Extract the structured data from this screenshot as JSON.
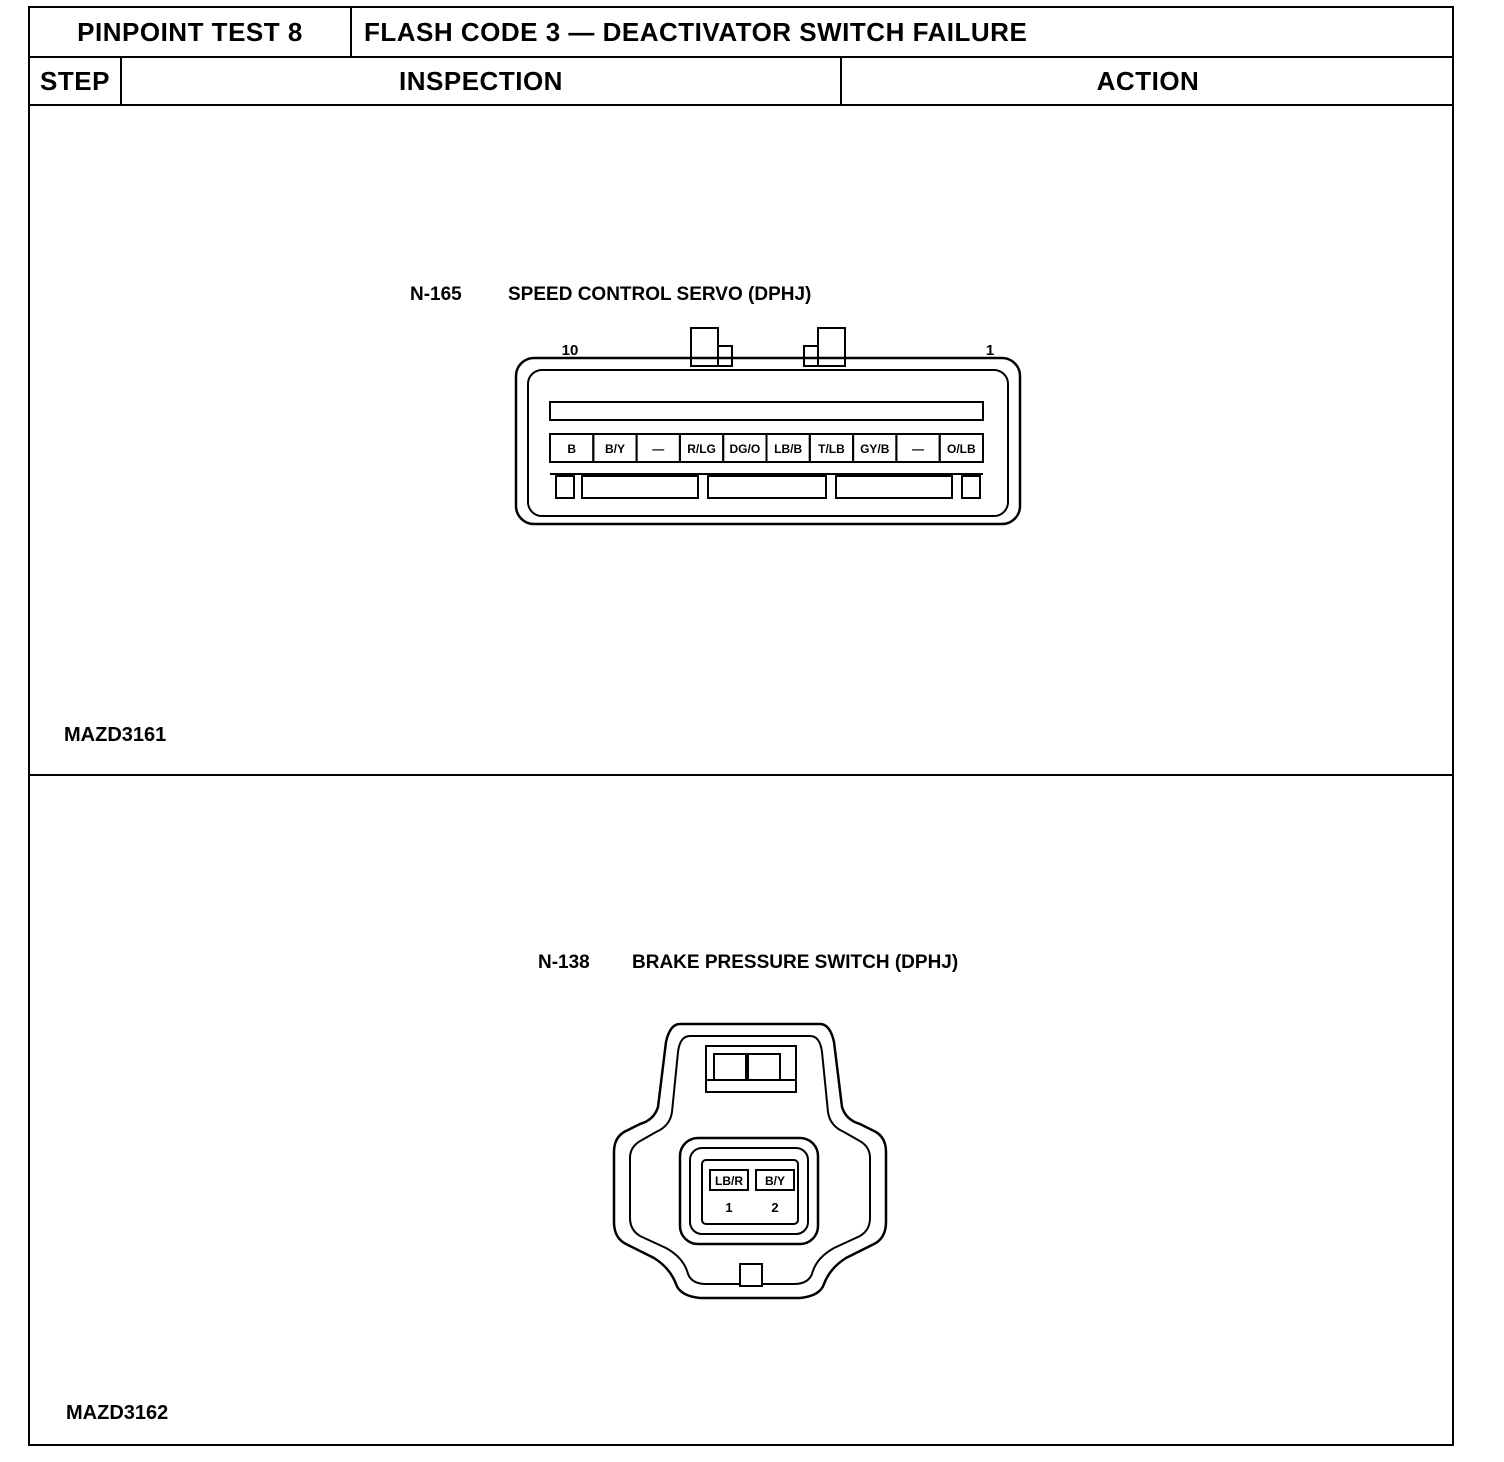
{
  "header": {
    "test_name": "PINPOINT TEST 8",
    "test_title": "FLASH CODE 3 — DEACTIVATOR SWITCH FAILURE"
  },
  "columns": {
    "step": "STEP",
    "inspection": "INSPECTION",
    "action": "ACTION"
  },
  "figure1": {
    "connector_id": "N-165",
    "connector_name": "SPEED CONTROL SERVO (DPHJ)",
    "pin_left_number": "10",
    "pin_right_number": "1",
    "pins": [
      "B",
      "B/Y",
      "—",
      "R/LG",
      "DG/O",
      "LB/B",
      "T/LB",
      "GY/B",
      "—",
      "O/LB"
    ],
    "figure_code": "MAZD3161"
  },
  "figure2": {
    "connector_id": "N-138",
    "connector_name": "BRAKE PRESSURE SWITCH (DPHJ)",
    "pins": [
      {
        "wire": "LB/R",
        "number": "1"
      },
      {
        "wire": "B/Y",
        "number": "2"
      }
    ],
    "figure_code": "MAZD3162"
  }
}
